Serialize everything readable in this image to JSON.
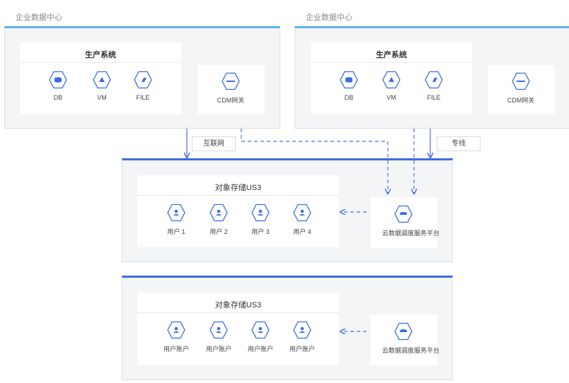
{
  "left_dc": {
    "label": "企业数据中心",
    "production_title": "生产系统",
    "items": [
      {
        "label": "DB",
        "icon": "database-icon"
      },
      {
        "label": "VM",
        "icon": "vm-icon"
      },
      {
        "label": "FILE",
        "icon": "file-icon"
      }
    ],
    "gateway": {
      "label": "CDM网关",
      "icon": "gateway-icon"
    }
  },
  "right_dc": {
    "label": "企业数据中心",
    "production_title": "生产系统",
    "items": [
      {
        "label": "DB",
        "icon": "database-icon"
      },
      {
        "label": "VM",
        "icon": "vm-icon"
      },
      {
        "label": "FILE",
        "icon": "file-icon"
      }
    ],
    "gateway": {
      "label": "CDM网关",
      "icon": "gateway-icon"
    }
  },
  "connections": {
    "internet_label": "互联网",
    "dedicated_line_label": "专线"
  },
  "us3_top": {
    "title": "对象存储US3",
    "users": [
      {
        "label": "用户 1",
        "icon": "user-icon"
      },
      {
        "label": "用户 2",
        "icon": "user-icon"
      },
      {
        "label": "用户 3",
        "icon": "user-icon"
      },
      {
        "label": "用户 4",
        "icon": "user-icon"
      }
    ],
    "platform": {
      "label": "云数据调度服务平台",
      "icon": "platform-icon"
    }
  },
  "us3_bottom": {
    "title": "对象存储US3",
    "users": [
      {
        "label": "用户账户",
        "icon": "user-icon"
      },
      {
        "label": "用户账户",
        "icon": "user-icon"
      },
      {
        "label": "用户账户",
        "icon": "user-icon"
      },
      {
        "label": "用户账户",
        "icon": "user-icon"
      }
    ],
    "platform": {
      "label": "云数据调度服务平台",
      "icon": "platform-icon"
    }
  },
  "colors": {
    "accent_blue": "#3a6de0",
    "dc_bar": "#5fb2e8",
    "line": "#4a72d8"
  }
}
